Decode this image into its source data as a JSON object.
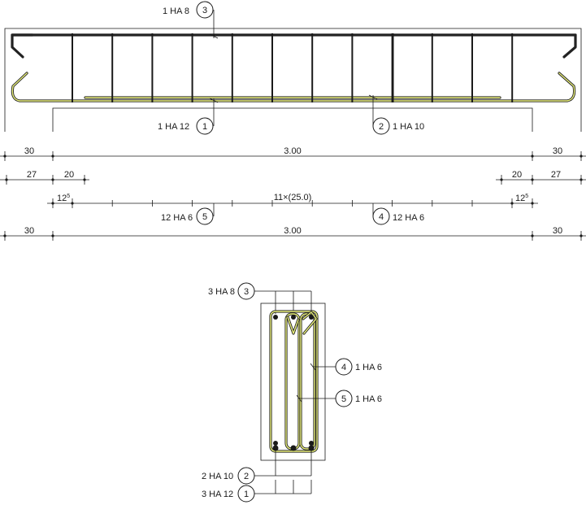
{
  "elevation": {
    "labels": {
      "bar3_top": "1 HA 8",
      "bar1": "1 HA 12",
      "bar2": "1 HA 10",
      "stirrups5": "12 HA 6",
      "stirrups4": "12 HA 6"
    },
    "marks": {
      "m1": "1",
      "m2": "2",
      "m3": "3",
      "m4": "4",
      "m5": "5"
    },
    "dims": {
      "row1": {
        "left": "30",
        "middle": "3.00",
        "right": "30"
      },
      "row2": {
        "left_a": "27",
        "left_b": "20",
        "right_a": "20",
        "right_b": "27"
      },
      "row3": {
        "left_base": "12",
        "left_sup": "5",
        "middle": "11×(25.0)",
        "right_base": "12",
        "right_sup": "5"
      },
      "row4": {
        "left": "30",
        "middle": "3.00",
        "right": "30"
      }
    }
  },
  "section": {
    "labels": {
      "top": "3 HA 8",
      "bar4": "1 HA 6",
      "bar5": "1 HA 6",
      "bar2": "2 HA 10",
      "bar1": "3 HA 12"
    },
    "marks": {
      "m1": "1",
      "m2": "2",
      "m3": "3",
      "m4": "4",
      "m5": "5"
    }
  },
  "colors": {
    "line": "#1a1a1a",
    "rebar_highlight": "#e9f07a"
  }
}
